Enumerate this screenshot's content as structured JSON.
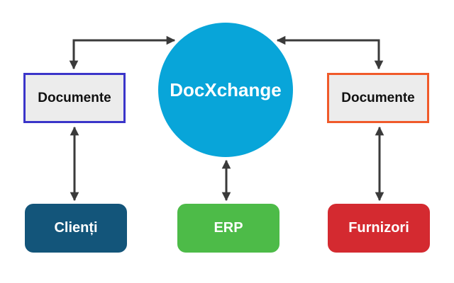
{
  "diagram": {
    "center": {
      "label": "DocXchange",
      "color": "#08a5d9"
    },
    "left_documents": {
      "label": "Documente",
      "border_color": "#3b35c9"
    },
    "right_documents": {
      "label": "Documente",
      "border_color": "#f05a2a"
    },
    "actors": [
      {
        "label": "Clienți",
        "color": "#13557a"
      },
      {
        "label": "ERP",
        "color": "#4dbb48"
      },
      {
        "label": "Furnizori",
        "color": "#d42a30"
      }
    ],
    "connector_color": "#3a3a3a",
    "connections": [
      [
        "left_documents",
        "center"
      ],
      [
        "right_documents",
        "center"
      ],
      [
        "left_documents",
        "actors.0"
      ],
      [
        "center",
        "actors.1"
      ],
      [
        "right_documents",
        "actors.2"
      ]
    ]
  }
}
